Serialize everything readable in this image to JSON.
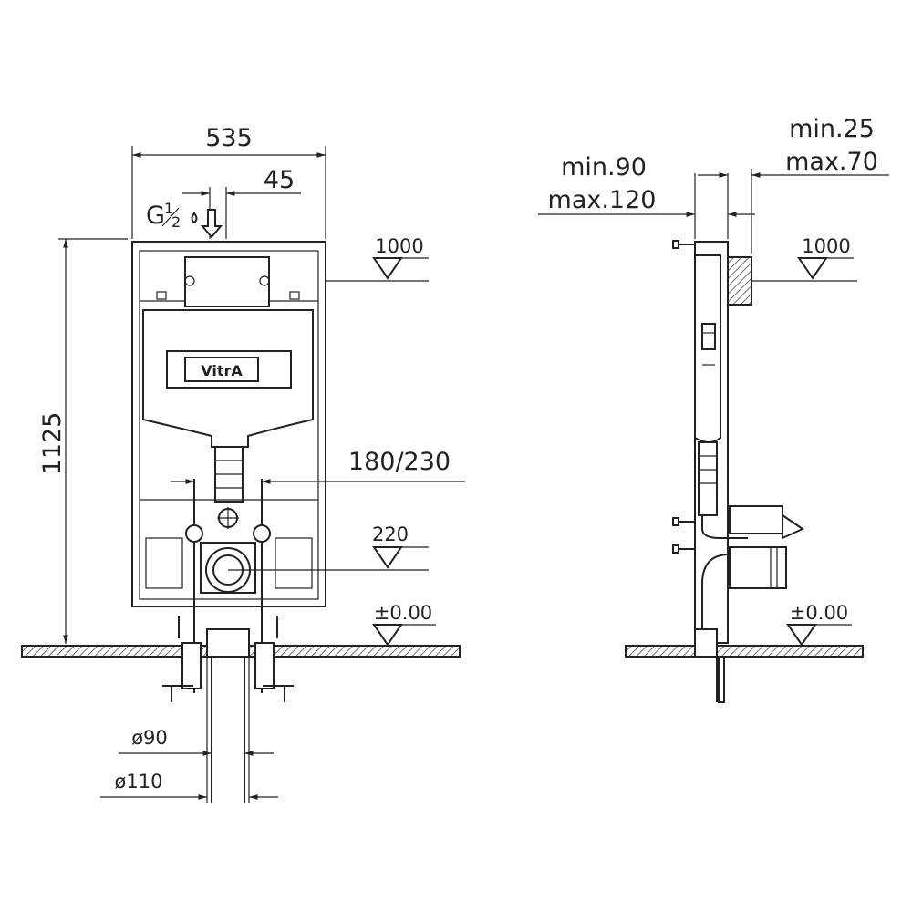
{
  "front_view": {
    "width_label": "535",
    "offset_label": "45",
    "thread_label_g": "G",
    "thread_label_frac_top": "1",
    "thread_label_frac_bot": "2",
    "height_label": "1125",
    "flush_height_label": "1000",
    "fixing_span_label": "180/230",
    "outlet_height_label": "220",
    "floor_level_label": "±0.00",
    "pipe_inner_label": "ø90",
    "pipe_outer_label": "ø110",
    "logo_text": "VitrA"
  },
  "side_view": {
    "depth_min_label": "min.90",
    "depth_max_label": "max.120",
    "wall_min_label": "min.25",
    "wall_max_label": "max.70",
    "flush_height_label": "1000",
    "floor_level_label": "±0.00"
  }
}
